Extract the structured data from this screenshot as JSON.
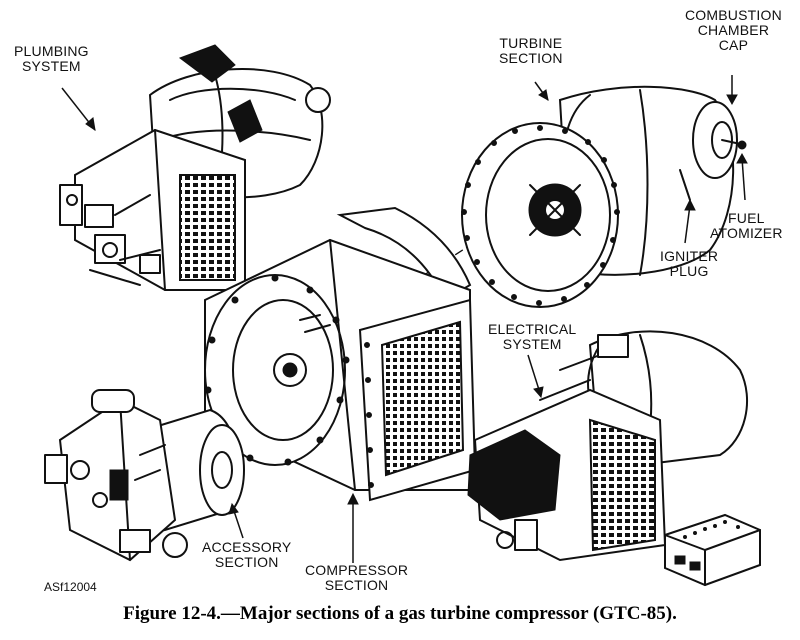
{
  "labels": {
    "plumbing": [
      "PLUMBING",
      "SYSTEM"
    ],
    "turbine": [
      "TURBINE",
      "SECTION"
    ],
    "combustion": [
      "COMBUSTION",
      "CHAMBER",
      "CAP"
    ],
    "fuel_atomizer": [
      "FUEL",
      "ATOMIZER"
    ],
    "igniter_plug": [
      "IGNITER",
      "PLUG"
    ],
    "electrical": [
      "ELECTRICAL",
      "SYSTEM"
    ],
    "accessory": [
      "ACCESSORY",
      "SECTION"
    ],
    "compressor": [
      "COMPRESSOR",
      "SECTION"
    ]
  },
  "figure_code": "ASf12004",
  "caption": "Figure 12-4.—Major sections of a gas turbine compressor (GTC-85)."
}
